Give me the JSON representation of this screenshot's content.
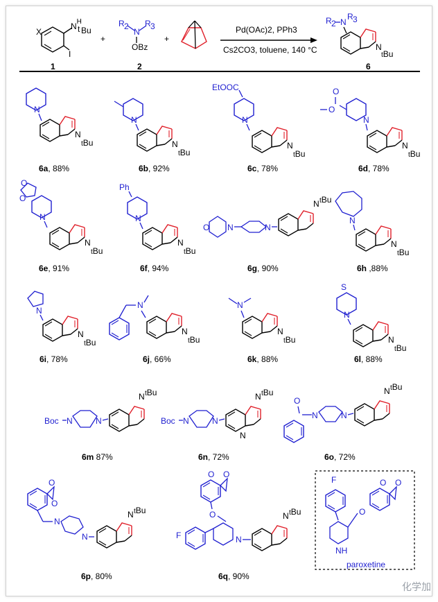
{
  "reaction": {
    "reactant1_label": "1",
    "reactant2_label": "2",
    "product_label": "6",
    "reactant1_x": "X",
    "reactant1_nh": "H",
    "reactant1_i": "I",
    "reactant2_r2": "R",
    "reactant2_r3": "R",
    "reactant2_obz": "OBz",
    "plus1": "+",
    "plus2": "+",
    "reagents_top": "Pd(OAc)2, PPh3",
    "reagents_bottom": "Cs2CO3, toluene, 140 °C",
    "tbu": "tBu"
  },
  "products": [
    {
      "id": "6a",
      "yield": ", 88%"
    },
    {
      "id": "6b",
      "yield": ", 92%"
    },
    {
      "id": "6c",
      "yield": ", 78%"
    },
    {
      "id": "6d",
      "yield": ", 78%"
    },
    {
      "id": "6e",
      "yield": ", 91%"
    },
    {
      "id": "6f",
      "yield": ", 94%"
    },
    {
      "id": "6g",
      "yield": ", 90%"
    },
    {
      "id": "6h",
      "yield": " ,88%"
    },
    {
      "id": "6i",
      "yield": ", 78%"
    },
    {
      "id": "6j",
      "yield": ", 66%"
    },
    {
      "id": "6k",
      "yield": ", 88%"
    },
    {
      "id": "6l",
      "yield": ", 88%"
    },
    {
      "id": "6m",
      "yield": " 87%"
    },
    {
      "id": "6n",
      "yield": ", 72%"
    },
    {
      "id": "6o",
      "yield": ", 72%"
    },
    {
      "id": "6p",
      "yield": ", 80%"
    },
    {
      "id": "6q",
      "yield": ", 90%"
    }
  ],
  "substituent_text": {
    "etooc": "EtOOC",
    "ph": "Ph",
    "boc": "Boc",
    "f": "F",
    "s": "S",
    "o": "O",
    "n": "N",
    "nh": "NH"
  },
  "inset": {
    "label": "paroxetine"
  },
  "watermark": "化学加",
  "colors": {
    "blue": "#1f1fd0",
    "red": "#e0202a",
    "black": "#000000"
  }
}
